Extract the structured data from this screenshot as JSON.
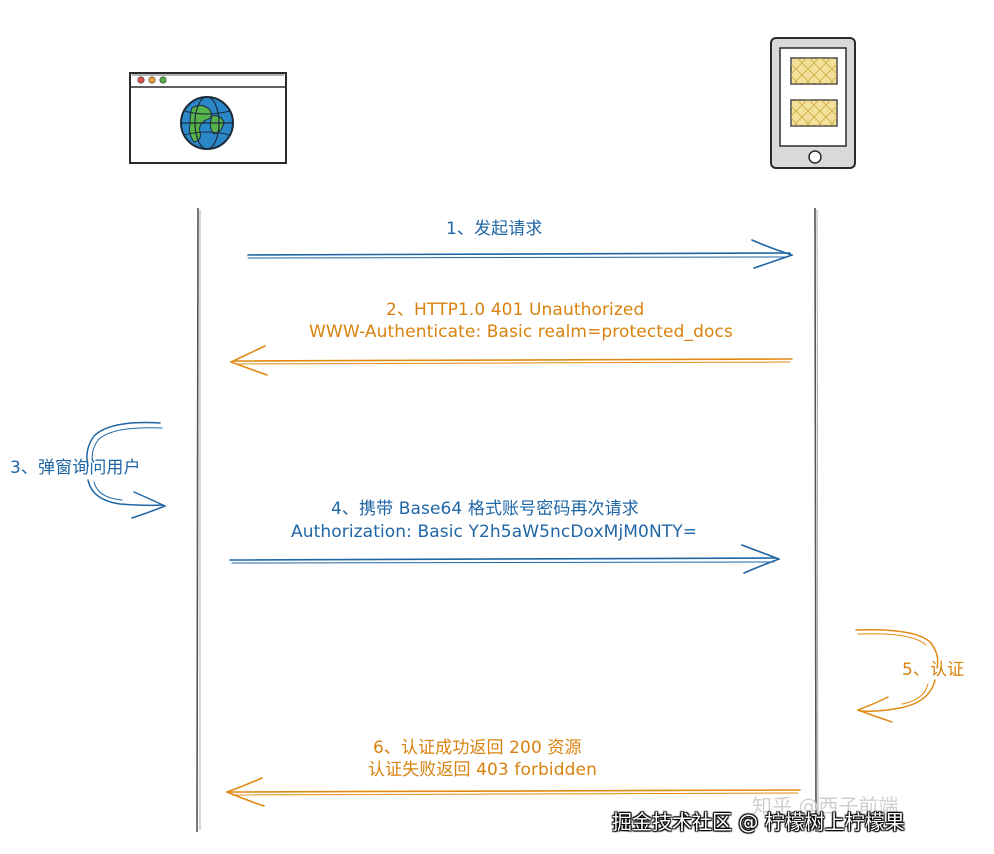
{
  "steps": {
    "step1": "1、发起请求",
    "step2_line1": "2、HTTP1.0 401 Unauthorized",
    "step2_line2": "WWW-Authenticate: Basic realm=protected_docs",
    "step3": "3、弹窗询问用户",
    "step4_line1": "4、携带 Base64 格式账号密码再次请求",
    "step4_line2": "Authorization: Basic Y2h5aW5ncDoxMjM0NTY=",
    "step5": "5、认证",
    "step6_line1": "6、认证成功返回 200 资源",
    "step6_line2": "认证失败返回 403 forbidden"
  },
  "watermark": {
    "faint": "知乎 @西子前端",
    "main": "掘金技术社区 @ 柠檬树上柠檬果"
  },
  "colors": {
    "request": "#1f66a6",
    "response": "#d9820f",
    "lifeline": "#555555"
  },
  "icons": {
    "client": "browser-globe-icon",
    "server": "mobile-device-icon"
  }
}
